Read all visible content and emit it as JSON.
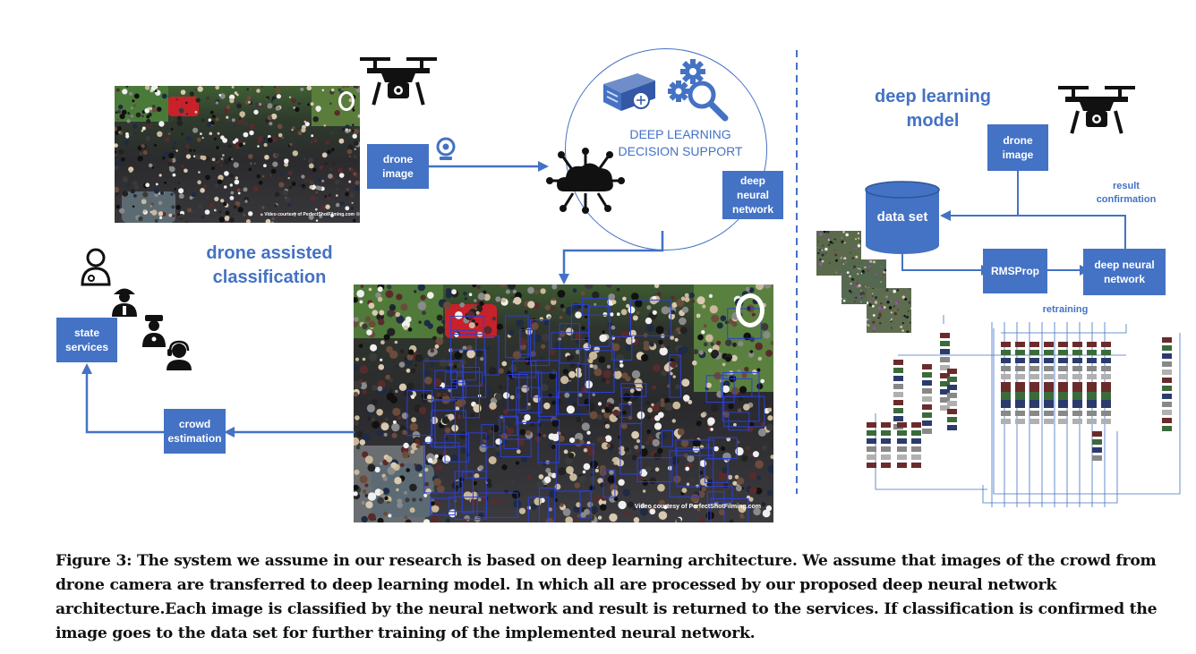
{
  "left_panel": {
    "title": "drone assisted\nclassification",
    "drone_image_box": "drone\nimage",
    "deep_neural_network_box": "deep\nneural\nnetwork",
    "decision_support_label": "DEEP LEARNING\nDECISION SUPPORT",
    "state_services_box": "state\nservices",
    "crowd_estimation_box": "crowd\nestimation",
    "video_credit_top": "Video courtesy of PerfectShotFilming.com",
    "video_credit_bottom": "Video courtesy of PerfectShotFilming.com"
  },
  "right_panel": {
    "title": "deep learning\nmodel",
    "drone_image_box": "drone\nimage",
    "data_set_label": "data set",
    "result_confirmation_label": "result\nconfirmation",
    "rmsprop_box": "RMSProp",
    "deep_neural_network_box": "deep neural\nnetwork",
    "retraining_label": "retraining"
  },
  "caption": "Figure 3: The system we assume in our research is based on deep learning architecture. We assume that images of the crowd from drone camera are transferred to deep learning model. In which all are processed by our proposed deep neural network architecture.Each image is classified by the neural network and result is returned to the services. If classification is confirmed the image goes to the data set for further training of the implemented neural network.",
  "colors": {
    "accent_blue": "#4472c4",
    "detection_box": "#2b3fd6",
    "icon_black": "#111111"
  }
}
